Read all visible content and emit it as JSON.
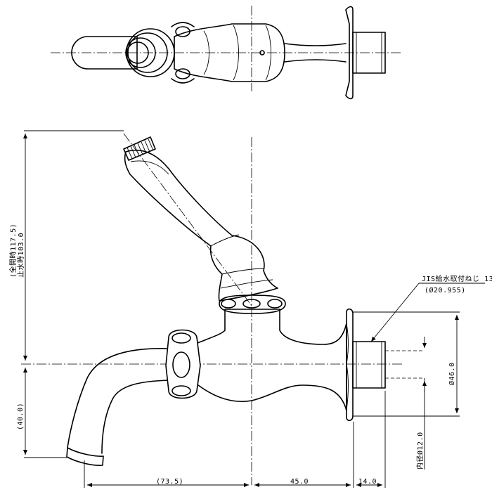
{
  "dimensions": {
    "height_open": "(全開時117.5)",
    "height_closed": "止水時103.0",
    "spout_height": "(40.0)",
    "width_left": "(73.5)",
    "width_mid": "45.0",
    "width_right": "14.0",
    "flange_dia": "Ø46.0",
    "inner_dia": "内径Ø12.0"
  },
  "thread": {
    "label": "JIS給水取付ねじ 13",
    "size": "(Ø20.955)"
  }
}
